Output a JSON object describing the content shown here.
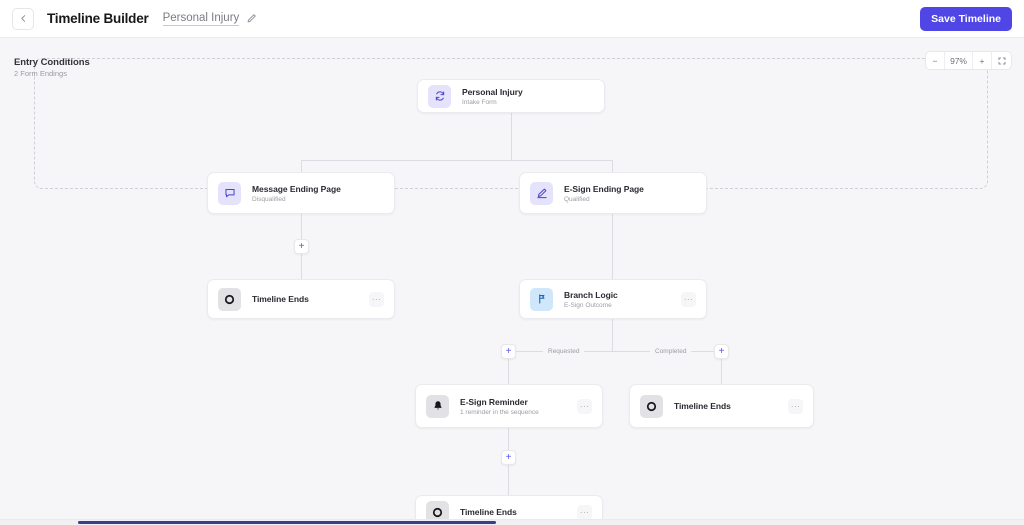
{
  "header": {
    "back_icon": "arrow-left-icon",
    "title": "Timeline Builder",
    "doc_name": "Personal Injury",
    "edit_icon": "pencil-icon",
    "save_label": "Save Timeline"
  },
  "zoom_controls": {
    "minus_label": "−",
    "level": "97%",
    "plus_label": "+",
    "fullscreen_icon": "expand-icon"
  },
  "entry_conditions": {
    "title": "Entry Conditions",
    "subtitle": "2 Form Endings"
  },
  "nodes": {
    "intake": {
      "title": "Personal Injury",
      "subtitle": "Intake Form",
      "icon": "refresh-cycle-icon",
      "menu_label": ""
    },
    "message_ending": {
      "title": "Message Ending Page",
      "subtitle": "Disqualified",
      "icon": "message-bubble-icon",
      "menu_label": ""
    },
    "esign_ending": {
      "title": "E-Sign Ending Page",
      "subtitle": "Qualified",
      "icon": "signature-pen-icon",
      "menu_label": ""
    },
    "timeline_ends_left": {
      "title": "Timeline Ends",
      "subtitle": "",
      "icon": "stop-circle-icon",
      "menu_label": "···"
    },
    "branch_logic": {
      "title": "Branch Logic",
      "subtitle": "E-Sign Outcome",
      "icon": "branch-fork-icon",
      "menu_label": "···"
    },
    "esign_reminder": {
      "title": "E-Sign Reminder",
      "subtitle": "1 reminder in the sequence",
      "icon": "bell-icon",
      "menu_label": "···"
    },
    "timeline_ends_right": {
      "title": "Timeline Ends",
      "subtitle": "",
      "icon": "stop-circle-icon",
      "menu_label": "···"
    },
    "timeline_ends_bottom": {
      "title": "Timeline Ends",
      "subtitle": "",
      "icon": "stop-circle-icon",
      "menu_label": "···"
    }
  },
  "branch_labels": {
    "left": "Requested",
    "right": "Completed"
  },
  "add_buttons": {
    "label": "+"
  },
  "colors": {
    "accent": "#4f46e5",
    "plus_accent": "#5b52e8",
    "canvas_bg": "#f6f6f8",
    "node_border": "#ebebef",
    "edge": "#dcdce2",
    "scrollbar_thumb": "#3b3b8f"
  }
}
